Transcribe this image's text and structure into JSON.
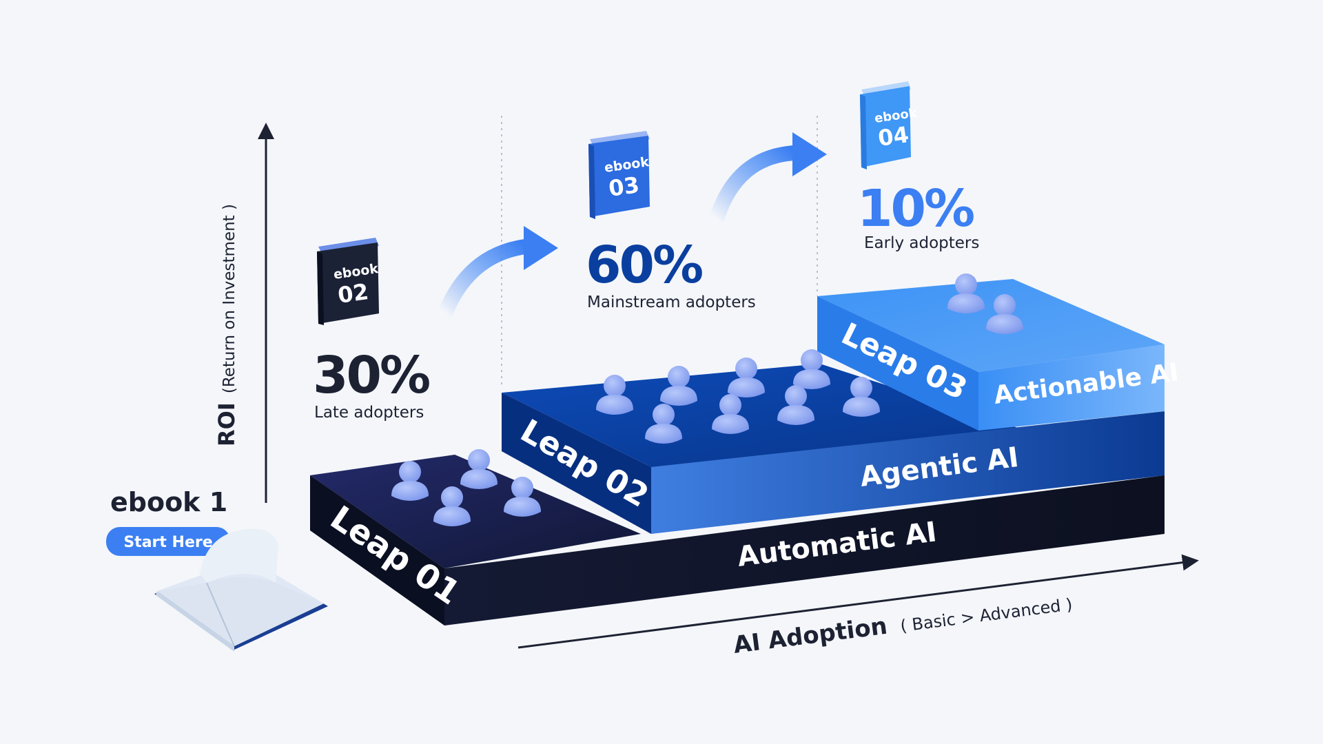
{
  "axes": {
    "y_label_main": "ROI",
    "y_label_sub": "(Return on Investment )",
    "x_label_main": "AI Adoption",
    "x_label_sub": "( Basic > Advanced  )"
  },
  "start": {
    "ebook_title": "ebook 1",
    "button_label": "Start Here"
  },
  "ebooks": [
    {
      "word": "ebook",
      "number": "02",
      "percent": "30%",
      "caption": "Late adopters"
    },
    {
      "word": "ebook",
      "number": "03",
      "percent": "60%",
      "caption": "Mainstream adopters"
    },
    {
      "word": "ebook",
      "number": "04",
      "percent": "10%",
      "caption": "Early adopters"
    }
  ],
  "leaps": [
    {
      "tag": "Leap 01",
      "name": "Automatic AI"
    },
    {
      "tag": "Leap 02",
      "name": "Agentic AI"
    },
    {
      "tag": "Leap 03",
      "name": "Actionable AI"
    }
  ],
  "colors": {
    "background": "#f4f6fa",
    "dark_navy": "#1d2233",
    "leap1": "#141a3a",
    "leap2": "#0a3f9f",
    "leap3": "#2f86ef",
    "accent_blue": "#3b7ff2",
    "person": "#8ea6f0"
  }
}
